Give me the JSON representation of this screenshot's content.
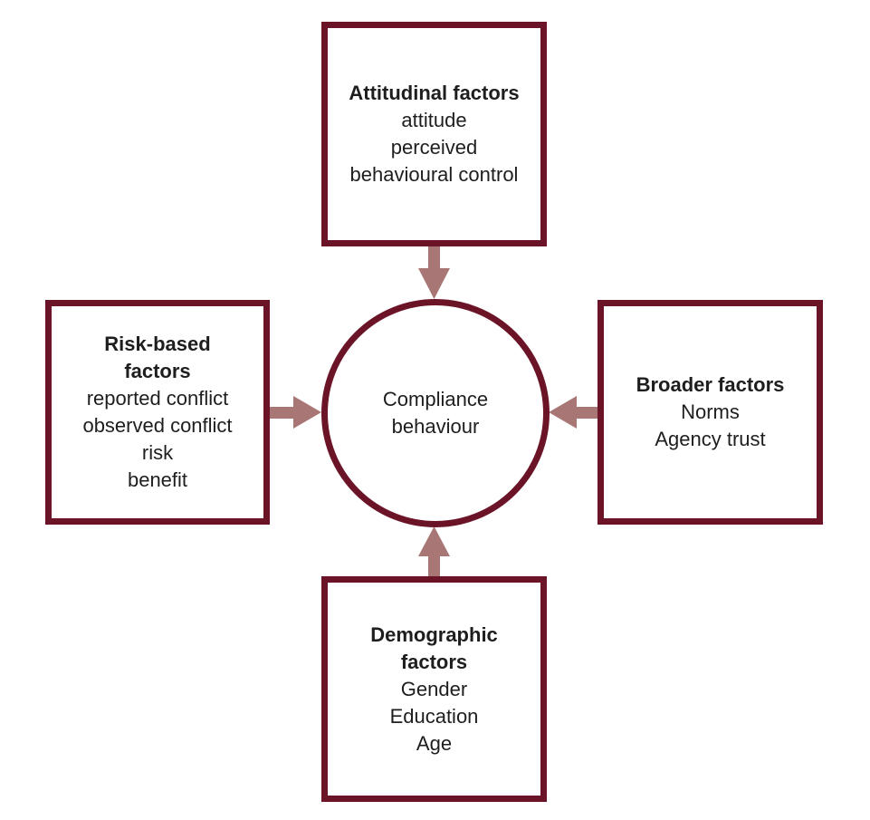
{
  "diagram": {
    "colors": {
      "border": "#6b1427",
      "arrow": "#a87674",
      "text": "#1e1e1e",
      "background": "#ffffff"
    },
    "center": {
      "lines": [
        "Compliance",
        "behaviour"
      ]
    },
    "boxes": {
      "top": {
        "title": "Attitudinal factors",
        "items": [
          "attitude",
          "perceived",
          "behavioural control"
        ]
      },
      "left": {
        "title": "Risk-based factors",
        "items": [
          "reported conflict",
          "observed conflict",
          "risk",
          "benefit"
        ]
      },
      "right": {
        "title": "Broader factors",
        "items": [
          "Norms",
          "Agency trust"
        ]
      },
      "bottom": {
        "title": "Demographic factors",
        "items": [
          "Gender",
          "Education",
          "Age"
        ]
      }
    },
    "arrows": [
      {
        "from": "Attitudinal factors",
        "to": "Compliance behaviour",
        "direction": "down"
      },
      {
        "from": "Risk-based factors",
        "to": "Compliance behaviour",
        "direction": "right"
      },
      {
        "from": "Broader factors",
        "to": "Compliance behaviour",
        "direction": "left"
      },
      {
        "from": "Demographic factors",
        "to": "Compliance behaviour",
        "direction": "up"
      }
    ]
  }
}
